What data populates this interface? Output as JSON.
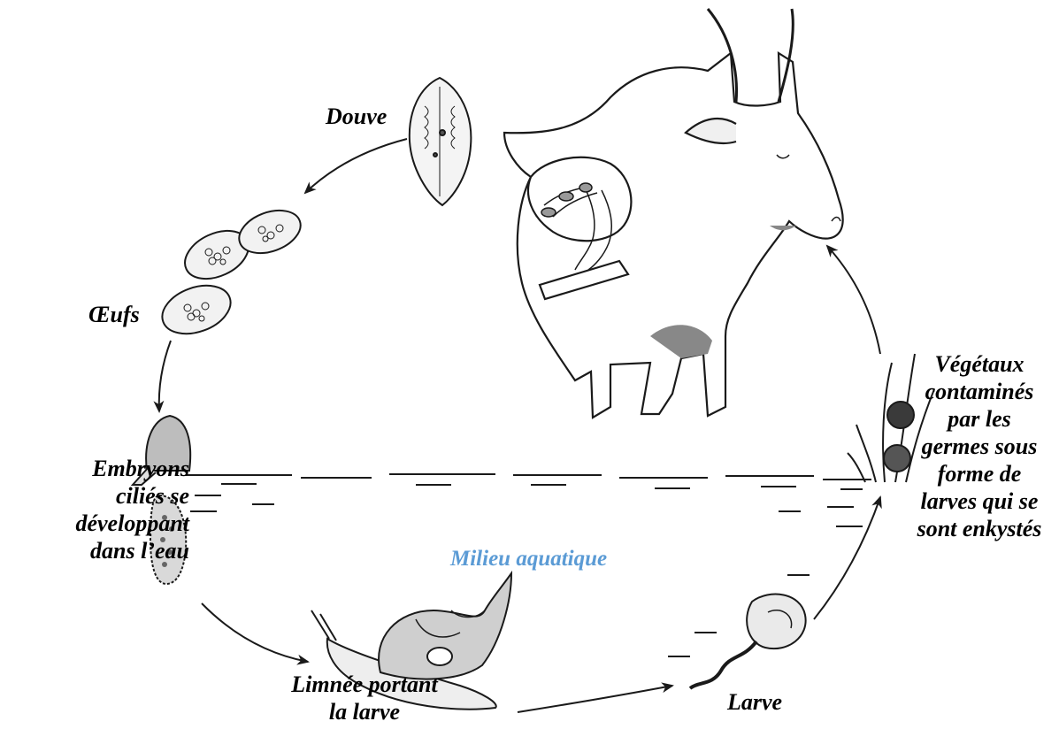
{
  "labels": {
    "douve": "Douve",
    "oeufs": "Œufs",
    "embryons": [
      "Embryons",
      "ciliés se",
      "développant",
      "dans l’eau"
    ],
    "milieu": "Milieu aquatique",
    "limnee": [
      "Limnée portant",
      "la larve"
    ],
    "larve": "Larve",
    "vegetaux": [
      "Végétaux",
      "contaminés",
      "par les",
      "germes sous",
      "forme de",
      "larves qui se",
      "sont enkystés"
    ]
  },
  "colors": {
    "line": "#1a1a1a",
    "milieu_text": "#5b9bd5",
    "shade": "#7a7a7a"
  }
}
